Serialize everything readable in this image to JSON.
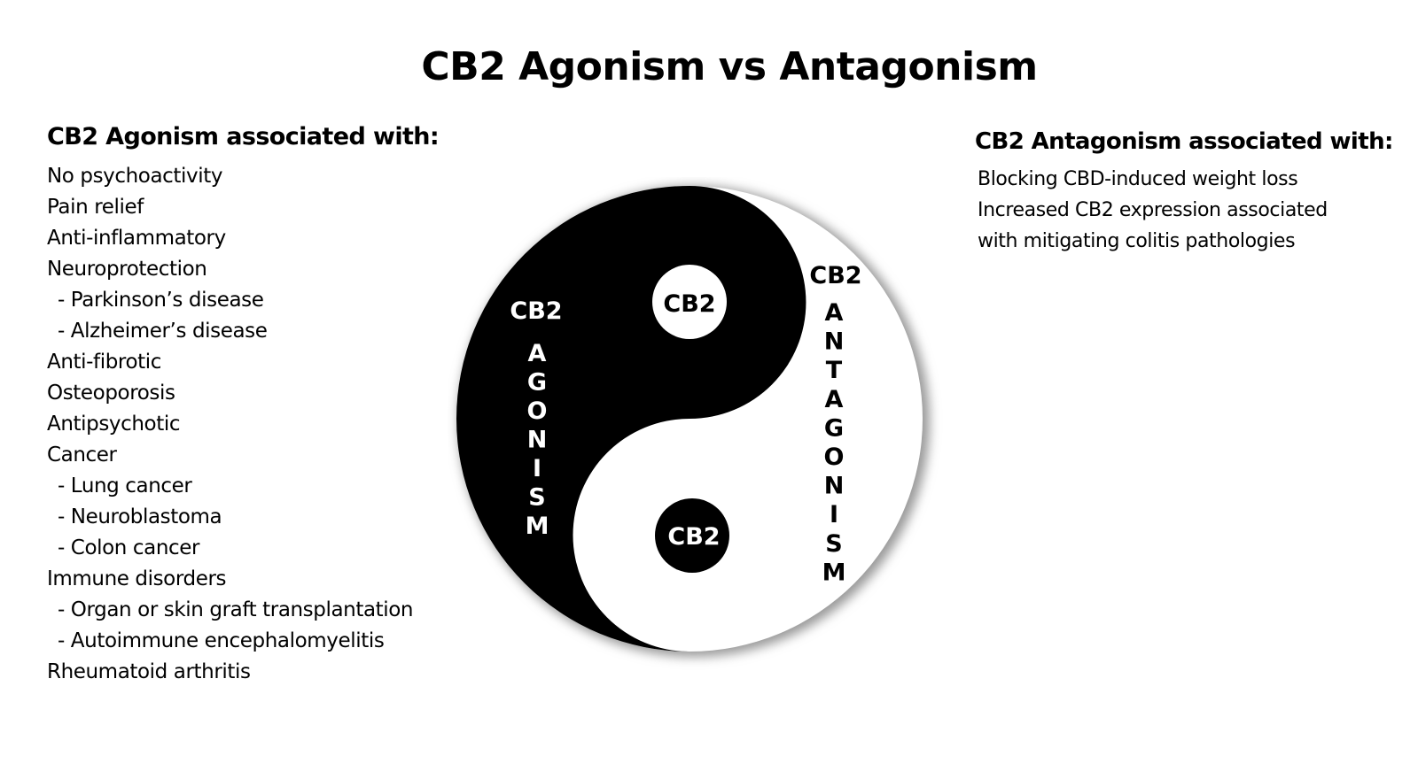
{
  "title": "CB2 Agonism vs Antagonism",
  "agonism_panel": {
    "heading": "CB2 Agonism associated with:",
    "items": [
      {
        "text": "No psychoactivity",
        "sub": false
      },
      {
        "text": "Pain relief",
        "sub": false
      },
      {
        "text": "Anti-inflammatory",
        "sub": false
      },
      {
        "text": "Neuroprotection",
        "sub": false
      },
      {
        "text": "- Parkinson’s disease",
        "sub": true
      },
      {
        "text": "- Alzheimer’s disease",
        "sub": true
      },
      {
        "text": "Anti-fibrotic",
        "sub": false
      },
      {
        "text": "Osteoporosis",
        "sub": false
      },
      {
        "text": "Antipsychotic",
        "sub": false
      },
      {
        "text": "Cancer",
        "sub": false
      },
      {
        "text": "- Lung cancer",
        "sub": true
      },
      {
        "text": "- Neuroblastoma",
        "sub": true
      },
      {
        "text": "- Colon cancer",
        "sub": true
      },
      {
        "text": "Immune disorders",
        "sub": false
      },
      {
        "text": "- Organ or skin graft transplantation",
        "sub": true
      },
      {
        "text": "- Autoimmune encephalomyelitis",
        "sub": true
      },
      {
        "text": "Rheumatoid arthritis",
        "sub": false
      }
    ]
  },
  "antagonism_panel": {
    "heading": "CB2 Antagonism associated with:",
    "items": [
      {
        "text": "Blocking CBD-induced weight loss",
        "sub": false
      },
      {
        "text": "Increased CB2 expression associated",
        "sub": false
      },
      {
        "text": "with mitigating colitis pathologies",
        "sub": false
      }
    ]
  },
  "yin_yang": {
    "agonism_label": "CB2",
    "agonism_word": "AGONISM",
    "antagonism_label": "CB2",
    "antagonism_word": "ANTAGONISM",
    "dot_top_label": "CB2",
    "dot_bottom_label": "CB2",
    "colors": {
      "dark": "#000000",
      "light": "#ffffff",
      "shadow": "#9a9a9a"
    }
  }
}
